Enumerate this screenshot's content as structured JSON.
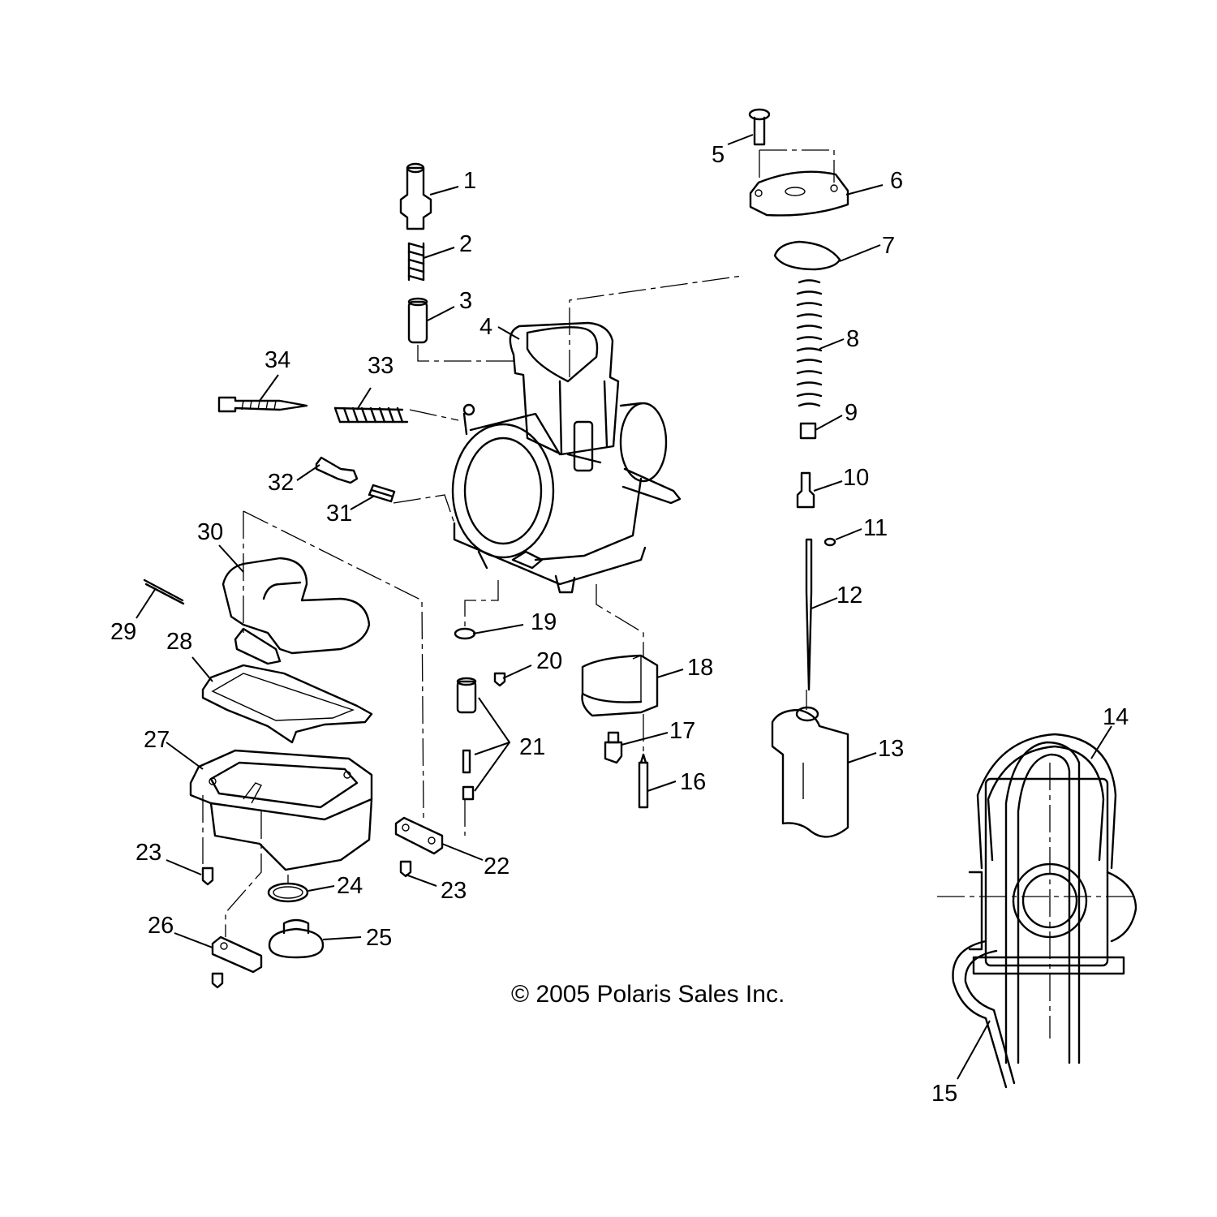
{
  "diagram": {
    "copyright": "© 2005 Polaris Sales Inc.",
    "callouts": [
      "1",
      "2",
      "3",
      "4",
      "5",
      "6",
      "7",
      "8",
      "9",
      "10",
      "11",
      "12",
      "13",
      "14",
      "15",
      "16",
      "17",
      "18",
      "19",
      "20",
      "21",
      "22",
      "23",
      "23",
      "24",
      "25",
      "26",
      "27",
      "28",
      "29",
      "30",
      "31",
      "32",
      "33",
      "34"
    ]
  }
}
